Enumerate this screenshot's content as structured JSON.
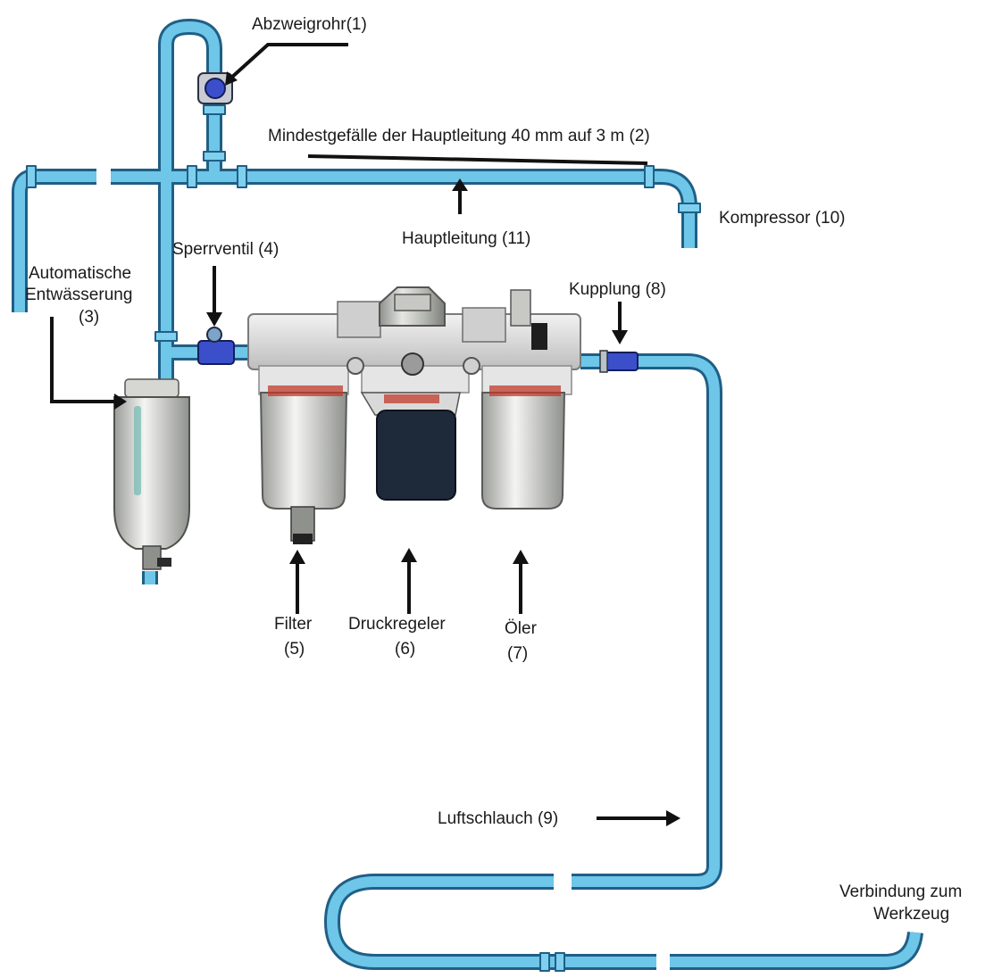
{
  "labels": {
    "abzweigrohr": "Abzweigrohr(1)",
    "gefaelle": "Mindestgefälle der Hauptleitung 40 mm auf 3 m (2)",
    "entwaesserung_line1": "Automatische",
    "entwaesserung_line2": "Entwässerung",
    "entwaesserung_line3": "(3)",
    "sperrventil": "Sperrventil (4)",
    "filter_line1": "Filter",
    "filter_line2": "(5)",
    "druckregeler_line1": "Druckregeler",
    "druckregeler_line2": "(6)",
    "oeler_line1": "Öler",
    "oeler_line2": "(7)",
    "kupplung": "Kupplung (8)",
    "luftschlauch": "Luftschlauch (9)",
    "kompressor": "Kompressor (10)",
    "hauptleitung": "Hauptleitung (11)",
    "verbindung_line1": "Verbindung zum",
    "verbindung_line2": "Werkzeug"
  },
  "colors": {
    "pipe": "#6ec6e8",
    "pipe_outline": "#1f5f86",
    "valve": "#3a4fc9",
    "housing": "#d7d7d7",
    "bowl_metal": "#a9aba4",
    "regulator_cap": "#1e2a3a",
    "label_red": "#c0392b"
  }
}
